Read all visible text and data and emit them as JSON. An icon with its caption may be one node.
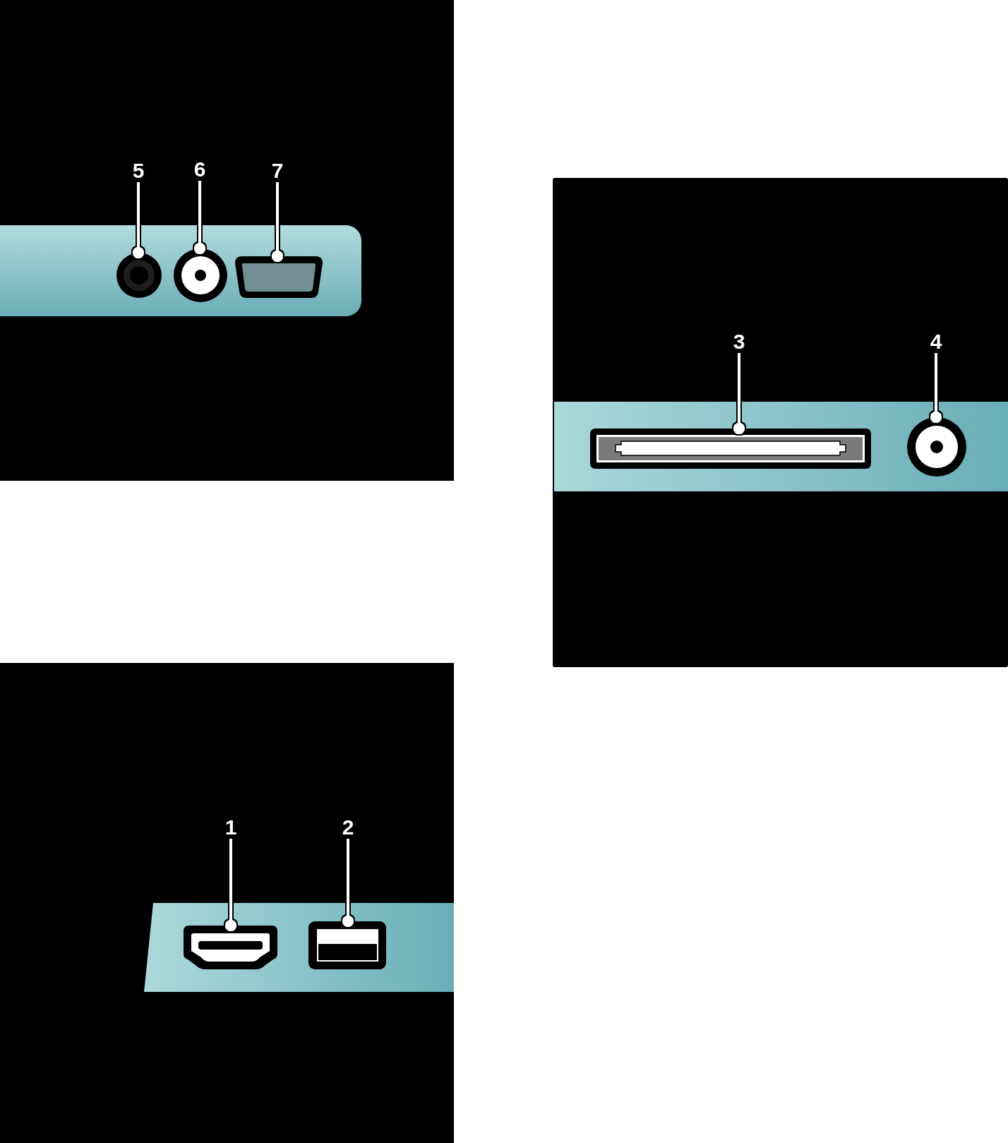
{
  "diagram": {
    "nodes": [
      {
        "text": [
          "5"
        ]
      },
      {
        "text": [
          "6"
        ]
      },
      {
        "text": [
          "7"
        ]
      },
      {
        "text": [
          "3"
        ]
      },
      {
        "text": [
          "4"
        ]
      },
      {
        "text": [
          "1"
        ]
      },
      {
        "text": [
          "2"
        ]
      },
      {
        "text": [],
        "shape": "picture"
      },
      {
        "text": [],
        "shape": "picture"
      },
      {
        "text": [],
        "shape": "picture"
      },
      {
        "text": [],
        "shape": "picture"
      },
      {
        "text": [],
        "shape": "picture"
      },
      {
        "text": [],
        "shape": "picture"
      },
      {
        "text": [],
        "shape": "picture"
      }
    ],
    "edges": [
      {
        "from": 0,
        "to": 7,
        "arrow": "other"
      },
      {
        "from": 1,
        "to": 8,
        "arrow": "other"
      },
      {
        "from": 2,
        "to": 9,
        "arrow": "other"
      },
      {
        "from": 3,
        "to": 10,
        "arrow": "other"
      },
      {
        "from": 4,
        "to": 11,
        "arrow": "other"
      },
      {
        "from": 5,
        "to": 12,
        "arrow": "other"
      },
      {
        "from": 6,
        "to": 13,
        "arrow": "other"
      }
    ]
  }
}
